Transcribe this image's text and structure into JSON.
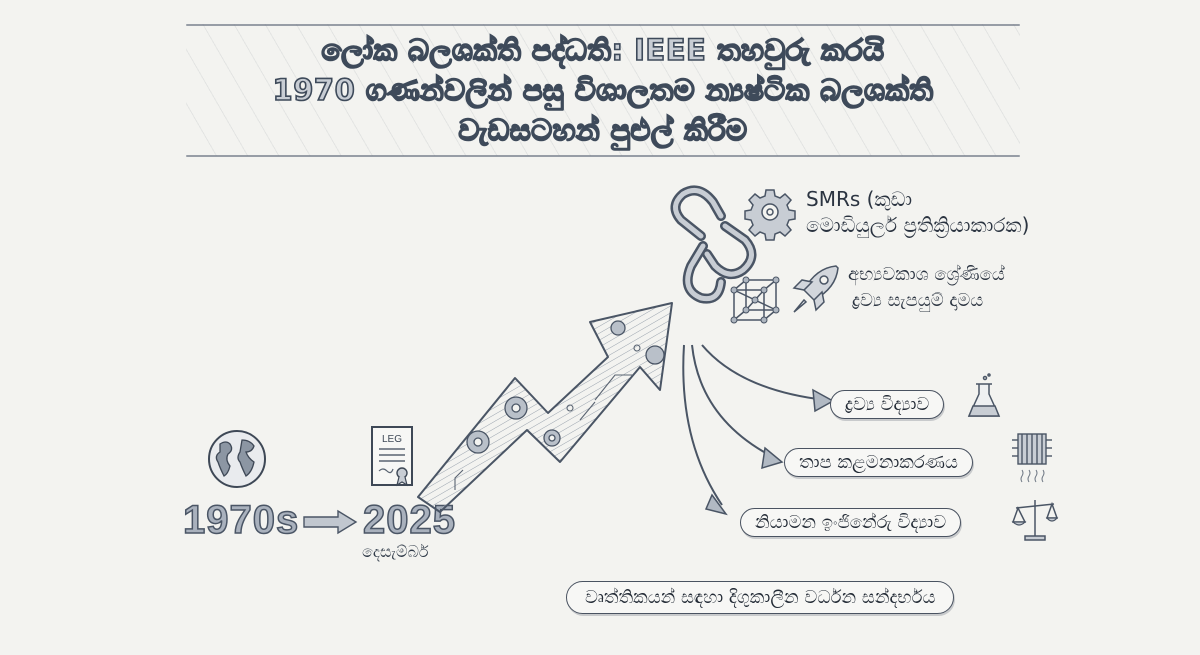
{
  "title": {
    "lines": [
      "ලෝක බලශක්ති පද්ධති: IEEE තහවුරු කරයි",
      "1970 ගණන්වලින් පසු විශාලතම න්‍යෂ්ටික බලශක්ති",
      "වැඩසටහන් පුළුල් කිරීම"
    ]
  },
  "timeline": {
    "start_year": "1970s",
    "end_year": "2025",
    "end_month": "දෙසැම්බර්",
    "document_icon_label": "LEG"
  },
  "programs": {
    "smr_label_line1": "SMRs (කුඩා",
    "smr_label_line2": "මොඩියුලර් ප්‍රතික්‍රියාකාරක)",
    "space_label_line1": "අභ්‍යවකාශ ශ්‍රේණියේ",
    "space_label_line2": "ද්‍රව්‍ය සැපයුම් දාමය"
  },
  "disciplines": [
    {
      "label": "ද්‍රව්‍ය විද්‍යාව",
      "icon": "flask-icon"
    },
    {
      "label": "තාප කළමනාකරණය",
      "icon": "heatsink-icon"
    },
    {
      "label": "නියාමන ඉංජිනේරු විද්‍යාව",
      "icon": "scales-icon"
    }
  ],
  "footer_pill": "වෘත්තිකයන් සඳහා දිගුකාලීන වර්ධන සන්දර්භය",
  "colors": {
    "background": "#f3f3f0",
    "ink": "#2f3a48",
    "fill_light": "#c8cdd4"
  }
}
